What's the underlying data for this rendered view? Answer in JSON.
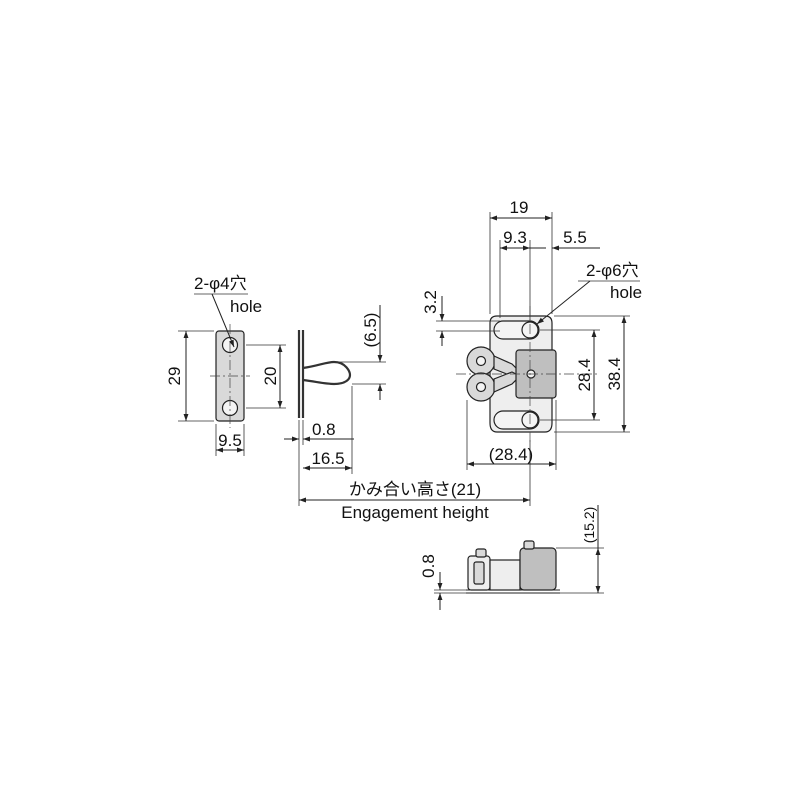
{
  "strike_plate": {
    "hole_callout_jp": "2-φ4穴",
    "hole_callout_en": "hole",
    "height": "29",
    "hole_pitch": "20",
    "width": "9.5"
  },
  "spring_strike": {
    "thickness": "0.8",
    "offset": "(6.5)",
    "depth": "16.5"
  },
  "engagement": {
    "label_jp": "かみ合い高さ(21)",
    "label_en": "Engagement height"
  },
  "catch_body": {
    "overall_width": "19",
    "dim_left": "9.3",
    "dim_right": "5.5",
    "hole_callout_jp": "2-φ6穴",
    "hole_callout_en": "hole",
    "slot_offset": "3.2",
    "hole_pitch": "28.4",
    "overall_height": "38.4",
    "base_width": "(28.4)"
  },
  "side_view": {
    "thickness": "0.8",
    "height": "(15.2)"
  }
}
